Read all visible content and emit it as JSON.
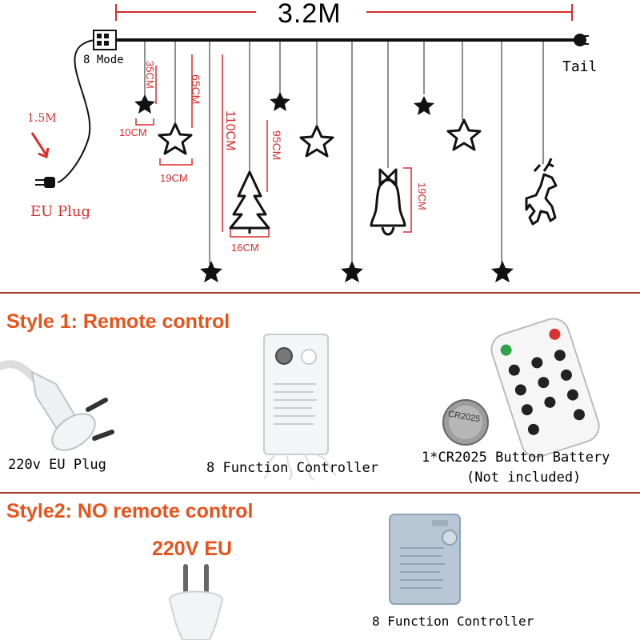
{
  "diagram": {
    "total_length": "3.2M",
    "mode_label": "8 Mode",
    "tail_label": "Tail",
    "cable_length": "1.5M",
    "plug_label": "EU Plug",
    "dims": {
      "d35": "35CM",
      "d65": "65CM",
      "d110": "110CM",
      "d95": "95CM",
      "d10": "10CM",
      "d19": "19CM",
      "d16": "16CM",
      "d19_bell": "19CM"
    }
  },
  "style1": {
    "title": "Style 1: Remote control",
    "plug_caption": "220v EU Plug",
    "controller_caption": "8 Function Controller",
    "battery_caption_1": "1*CR2025 Button Battery",
    "battery_caption_2": "(Not included)",
    "battery_text": "CR2025"
  },
  "style2": {
    "title": "Style2: NO remote control",
    "voltage": "220V EU",
    "controller_caption": "8 Function Controller"
  },
  "colors": {
    "accent": "#e8531c",
    "dimension_red": "#d92b2b",
    "divider": "#a23a2c",
    "light_string": "#111111"
  }
}
